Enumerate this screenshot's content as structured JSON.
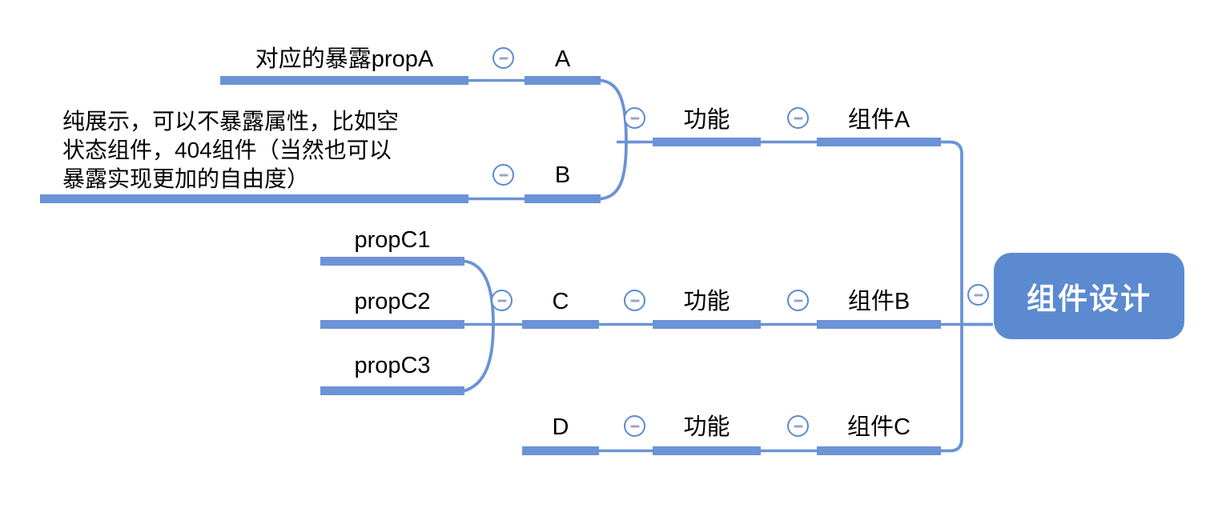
{
  "document": {
    "type": "mind-map",
    "title": "组件设计",
    "background": "#ffffff",
    "accent_color": "#6b93d6",
    "root_fill": "#5b8ad1",
    "root_text_color": "#ffffff",
    "label_color": "#000000",
    "toggle_icon_name": "collapse-minus-icon"
  },
  "root": {
    "label": "组件设计"
  },
  "nodes": {
    "prop_a": "对应的暴露propA",
    "note_b": "纯展示，可以不暴露属性，比如空\n状态组件，404组件（当然也可以\n暴露实现更加的自由度）",
    "a": "A",
    "b": "B",
    "prop_c1": "propC1",
    "prop_c2": "propC2",
    "prop_c3": "propC3",
    "c": "C",
    "d": "D",
    "feature_a": "功能",
    "feature_b": "功能",
    "feature_c": "功能",
    "component_a": "组件A",
    "component_b": "组件B",
    "component_c": "组件C"
  },
  "toggles": {
    "a": "collapse-minus-icon",
    "b": "collapse-minus-icon",
    "ab_group": "collapse-minus-icon",
    "c_group": "collapse-minus-icon",
    "c": "collapse-minus-icon",
    "feature_a": "collapse-minus-icon",
    "feature_b": "collapse-minus-icon",
    "feature_c": "collapse-minus-icon",
    "component_a": "collapse-minus-icon",
    "component_b": "collapse-minus-icon",
    "component_c": "collapse-minus-icon",
    "root": "collapse-minus-icon"
  }
}
